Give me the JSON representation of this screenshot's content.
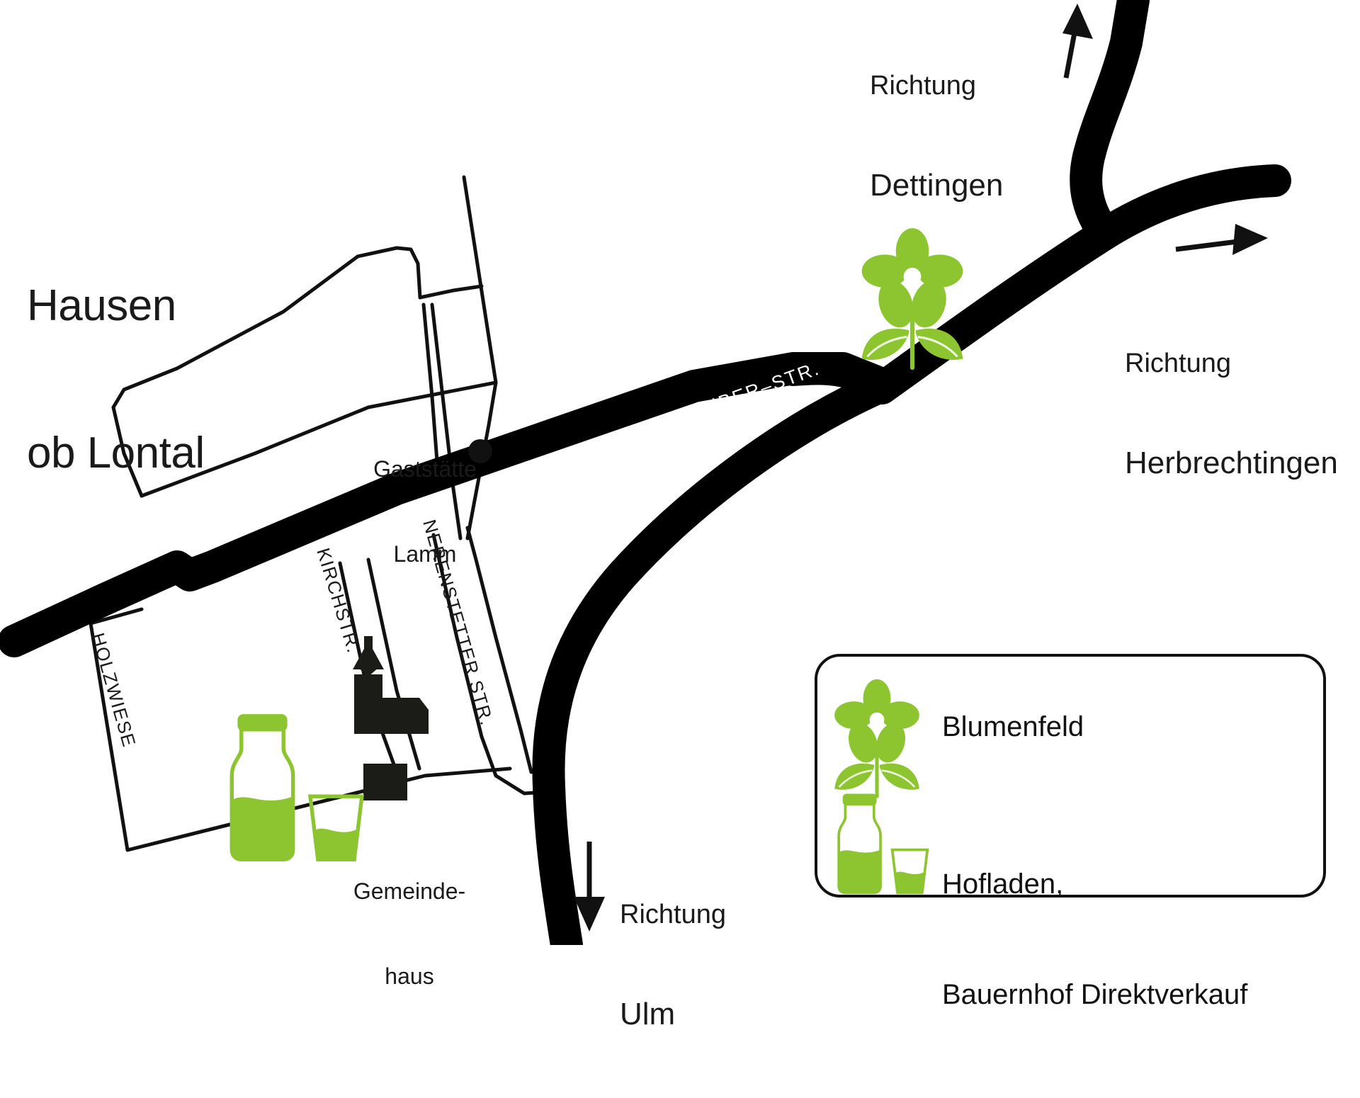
{
  "meta": {
    "kind": "location-map",
    "background": "#ffffff",
    "accent_green": "#8CC52F",
    "road_color": "#000000",
    "text_color": "#1a1a1a"
  },
  "town": {
    "line1": "Hausen",
    "line2": "ob Lontal"
  },
  "directions": [
    {
      "id": "dettingen",
      "line1": "Richtung",
      "line2": "Dettingen",
      "arrow": "up"
    },
    {
      "id": "herbrechtingen",
      "line1": "Richtung",
      "line2": "Herbrechtingen",
      "arrow": "right"
    },
    {
      "id": "ulm",
      "line1": "Richtung",
      "line2": "Ulm",
      "arrow": "down"
    }
  ],
  "streets": [
    {
      "id": "ernst-schreiber",
      "name": "ERNST–SCHREIBER–STR.",
      "style": "white-on-road"
    },
    {
      "id": "kirchstr",
      "name": "KIRCHSTR.",
      "style": "rotated"
    },
    {
      "id": "nerenstetter",
      "name": "NERENSTETTER STR.",
      "style": "rotated"
    },
    {
      "id": "holzwiese",
      "name": "HOLZWIESE",
      "style": "rotated"
    }
  ],
  "places": [
    {
      "id": "gaststaette-lamm",
      "line1": "Gaststätte",
      "line2": "Lamm",
      "marker": "dot"
    },
    {
      "id": "gemeindehaus",
      "line1": "Gemeinde-",
      "line2": "haus",
      "marker": "church"
    }
  ],
  "legend": {
    "items": [
      {
        "id": "blumenfeld",
        "icon": "flower-icon",
        "line1": "Blumenfeld",
        "line2": ""
      },
      {
        "id": "hofladen",
        "icon": "milk-bottle-icon",
        "line1": "Hofladen,",
        "line2": "Bauernhof Direktverkauf"
      }
    ]
  },
  "map_icons": [
    {
      "id": "flower-field-marker",
      "icon": "flower-icon"
    },
    {
      "id": "farm-shop-marker",
      "icon": "milk-bottle-icon"
    },
    {
      "id": "gemeindehaus-marker",
      "icon": "church-icon"
    },
    {
      "id": "lamm-marker",
      "icon": "dot-icon"
    }
  ]
}
